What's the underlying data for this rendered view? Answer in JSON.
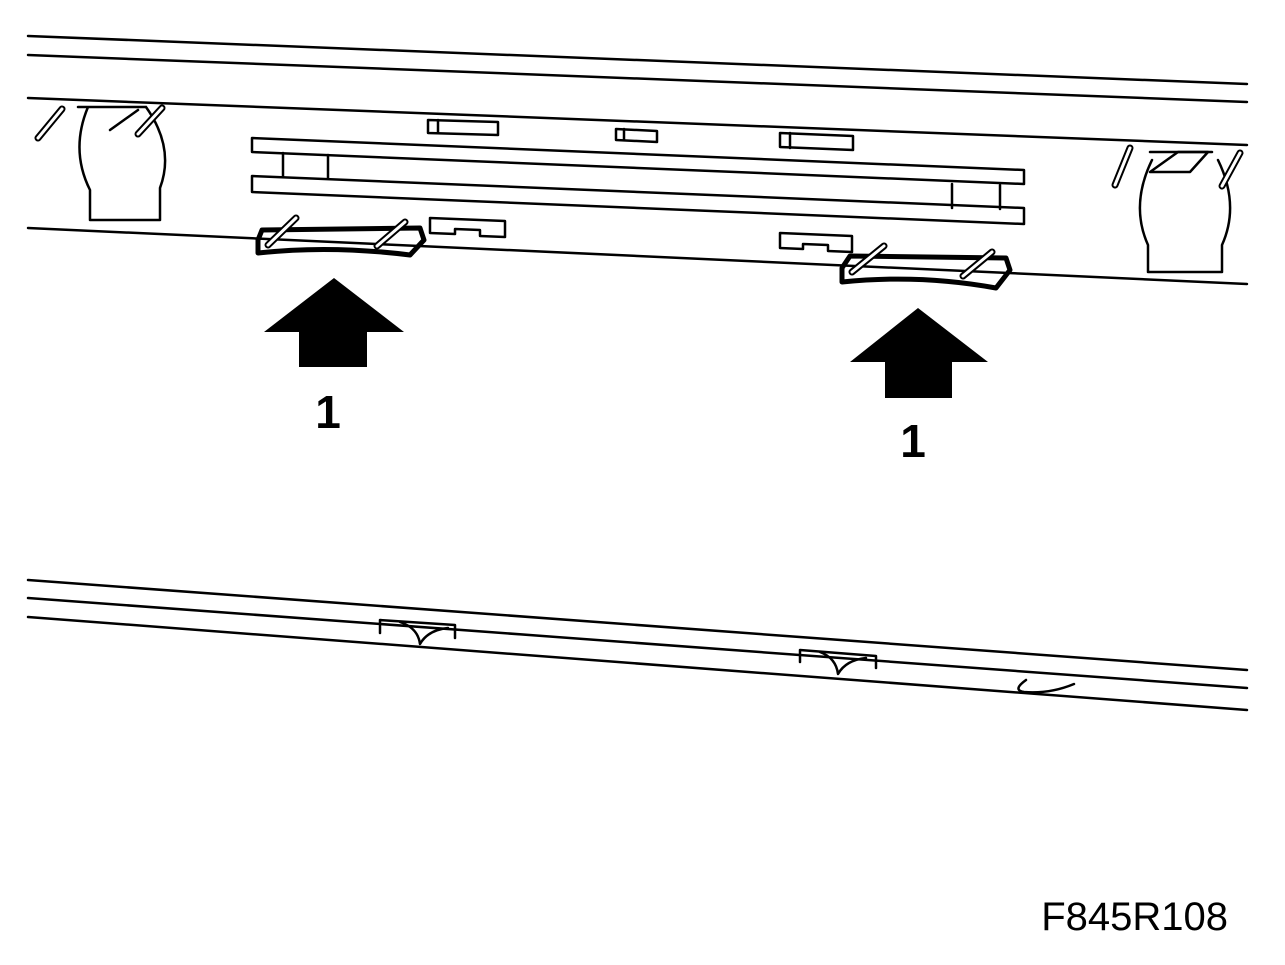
{
  "callouts": {
    "left_label": "1",
    "right_label": "1"
  },
  "figure_code": "F845R108",
  "colors": {
    "line": "#000000",
    "background": "#ffffff"
  }
}
